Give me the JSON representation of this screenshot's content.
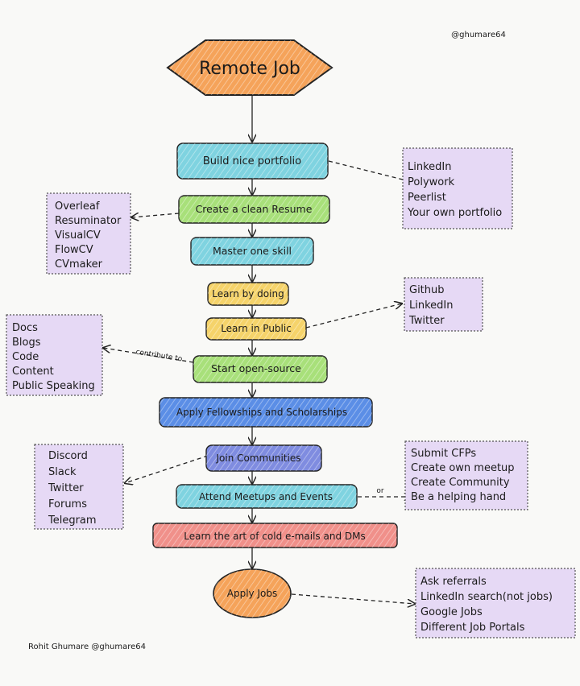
{
  "handle_top": "@ghumare64",
  "author": "Rohit Ghumare @ghumare64",
  "start": "Remote Job",
  "steps": {
    "portfolio": "Build nice portfolio",
    "resume": "Create a clean Resume",
    "master": "Master one skill",
    "doing": "Learn by doing",
    "public": "Learn in Public",
    "opensource": "Start open-source",
    "fellowships": "Apply Fellowships and Scholarships",
    "communities": "Join Communities",
    "meetups": "Attend Meetups and Events",
    "coldmail": "Learn the art of cold e-mails and DMs",
    "apply": "Apply Jobs"
  },
  "edge_labels": {
    "contribute": "contribute to",
    "or": "or"
  },
  "side_boxes": {
    "portfolio_sites": [
      "LinkedIn",
      "Polywork",
      "Peerlist",
      "Your own portfolio"
    ],
    "resume_tools": [
      "Overleaf",
      "Resuminator",
      "VisualCV",
      "FlowCV",
      "CVmaker"
    ],
    "public_platforms": [
      "Github",
      "LinkedIn",
      "Twitter"
    ],
    "contribute_targets": [
      "Docs",
      "Blogs",
      "Code",
      "Content",
      "Public Speaking"
    ],
    "community_platforms": [
      "Discord",
      "Slack",
      "Twitter",
      "Forums",
      "Telegram"
    ],
    "event_actions": [
      "Submit CFPs",
      "Create own meetup",
      "Create Community",
      "Be a helping hand"
    ],
    "job_search": [
      "Ask referrals",
      "LinkedIn search(not jobs)",
      "Google Jobs",
      "Different Job Portals"
    ]
  },
  "colors": {
    "start": "#f5a35a",
    "teal": "#7fd3e0",
    "green": "#a8e07a",
    "yellow": "#f5d36a",
    "blue": "#5b8ee6",
    "indigo": "#7f8ce0",
    "red": "#f0908a",
    "orange": "#f5a35a",
    "side": "#e6d9f5"
  }
}
